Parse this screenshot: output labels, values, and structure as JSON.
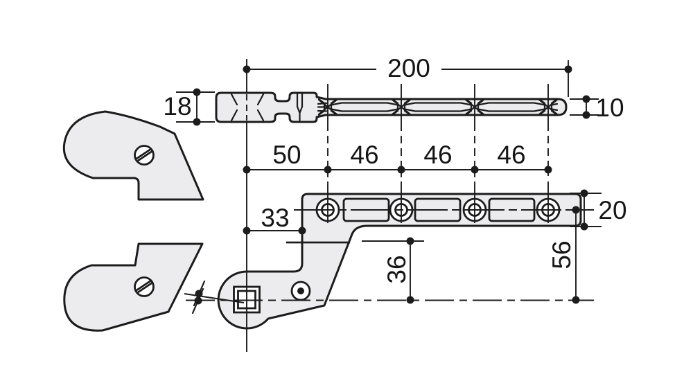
{
  "meta": {
    "aria_label": "Technical drawing of hinge pivot rod and mounting bracket with dimensions"
  },
  "colors": {
    "line": "#1c1c1c",
    "part_fill": "#ececee",
    "background": "#ffffff"
  },
  "dimensions": {
    "rod_length": "200",
    "head_height": "18",
    "shaft_height": "10",
    "hole_spacing": [
      "50",
      "46",
      "46",
      "46"
    ],
    "square_to_edge": "33",
    "plate_width": "20",
    "bend_to_axis": "36",
    "plate_axis_to_pivot": "56"
  }
}
